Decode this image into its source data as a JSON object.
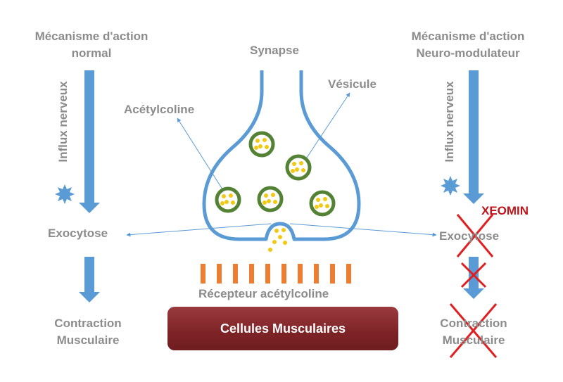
{
  "left_panel": {
    "title_line1": "Mécanisme d'action",
    "title_line2": "normal",
    "influx_label": "Influx nerveux",
    "exocytose": "Exocytose",
    "contraction_line1": "Contraction",
    "contraction_line2": "Musculaire"
  },
  "right_panel": {
    "title_line1": "Mécanisme d'action",
    "title_line2": "Neuro-modulateur",
    "influx_label": "Influx nerveux",
    "blocker": "XEOMIN",
    "exocytose": "Exocytose",
    "contraction_line1": "Contraction",
    "contraction_line2": "Musculaire"
  },
  "center": {
    "synapse": "Synapse",
    "vesicule": "Vésicule",
    "acetylcholine": "Acétylcoline",
    "recepteur": "Récepteur acétylcoline",
    "cellules": "Cellules Musculaires"
  },
  "colors": {
    "arrow_blue": "#5b9bd5",
    "membrane_blue": "#5b9bd5",
    "vesicle_ring": "#548235",
    "vesicle_dot": "#f2c811",
    "receptor_orange": "#ed7d31",
    "muscle_red": "#7d2326",
    "cross_red": "#e02020",
    "text_gray": "#8c8c8c"
  },
  "icons": [
    "starburst-icon",
    "cross-icon"
  ]
}
